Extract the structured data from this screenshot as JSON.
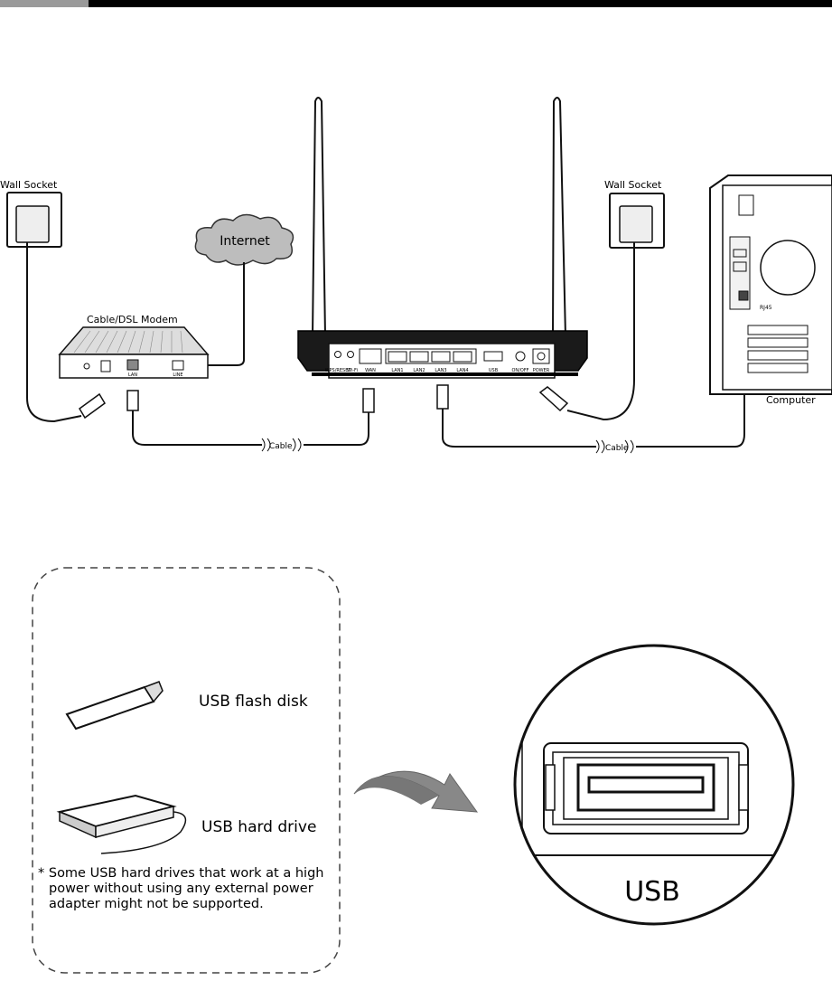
{
  "labels": {
    "wall_socket_left": "Wall Socket",
    "wall_socket_right": "Wall Socket",
    "internet": "Internet",
    "modem": "Cable/DSL Modem",
    "modem_lan": "LAN",
    "modem_line": "LINE",
    "cable_1": "Cable",
    "cable_2": "Cable",
    "computer": "Computer",
    "rj45": "RJ45",
    "router_ports": {
      "wps": "WPS/RESET",
      "wifi": "Wi-Fi",
      "wan": "WAN",
      "lan1": "LAN1",
      "lan2": "LAN2",
      "lan3": "LAN3",
      "lan4": "LAN4",
      "usb": "USB",
      "onoff": "ON/OFF",
      "power": "POWER"
    }
  },
  "usb_panel": {
    "flash_disk": "USB flash disk",
    "hard_drive": "USB hard drive",
    "note_line1": "* Some USB hard drives that work at a high",
    "note_line2": "power without using any external power",
    "note_line3": "adapter might not be supported.",
    "zoom_label": "USB"
  }
}
